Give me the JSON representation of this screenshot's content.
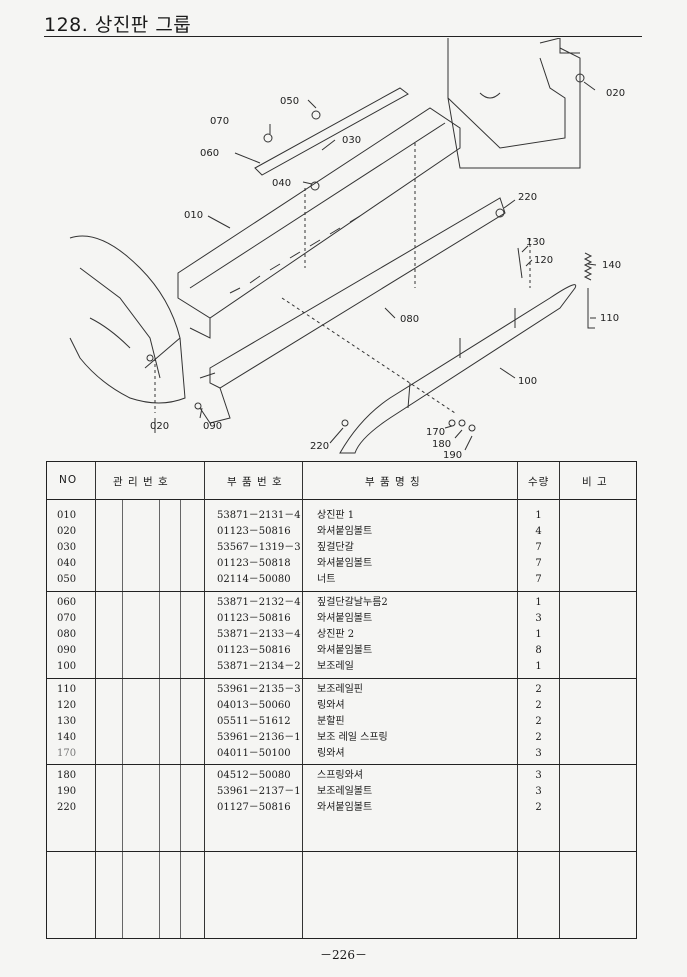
{
  "page_title": "128. 상진판 그룹",
  "callouts": [
    "020",
    "050",
    "070",
    "030",
    "060",
    "040",
    "010",
    "220",
    "130",
    "120",
    "140",
    "110",
    "080",
    "100",
    "020",
    "090",
    "220",
    "170",
    "180",
    "190"
  ],
  "table": {
    "headers": {
      "no": "NO",
      "mgmt": "관 리 번 호",
      "part_no": "부 품 번 호",
      "part_name": "부 품 명 칭",
      "qty": "수량",
      "remarks": "비 고"
    },
    "rows": [
      {
        "no": "010",
        "part_no": "53871－2131－4",
        "name": "상진판 1",
        "qty": "1"
      },
      {
        "no": "020",
        "part_no": "01123－50816",
        "name": "와셔붙임볼트",
        "qty": "4"
      },
      {
        "no": "030",
        "part_no": "53567－1319－3",
        "name": "짚걸단갈",
        "qty": "7"
      },
      {
        "no": "040",
        "part_no": "01123－50818",
        "name": "와셔붙임볼트",
        "qty": "7"
      },
      {
        "no": "050",
        "part_no": "02114－50080",
        "name": "너트",
        "qty": "7"
      },
      {
        "no": "060",
        "part_no": "53871－2132－4",
        "name": "짚걸단갈날누름2",
        "qty": "1"
      },
      {
        "no": "070",
        "part_no": "01123－50816",
        "name": "와셔붙임볼트",
        "qty": "3"
      },
      {
        "no": "080",
        "part_no": "53871－2133－4",
        "name": "상진판 2",
        "qty": "1"
      },
      {
        "no": "090",
        "part_no": "01123－50816",
        "name": "와셔붙임볼트",
        "qty": "8"
      },
      {
        "no": "100",
        "part_no": "53871－2134－2",
        "name": "보조레일",
        "qty": "1"
      },
      {
        "no": "110",
        "part_no": "53961－2135－3",
        "name": "보조레일핀",
        "qty": "2"
      },
      {
        "no": "120",
        "part_no": "04013－50060",
        "name": "링와셔",
        "qty": "2"
      },
      {
        "no": "130",
        "part_no": "05511－51612",
        "name": "분할핀",
        "qty": "2"
      },
      {
        "no": "140",
        "part_no": "53961－2136－1",
        "name": "보조 레일 스프링",
        "qty": "2"
      },
      {
        "no": "170",
        "part_no": "04011－50100",
        "name": "링와셔",
        "qty": "3"
      },
      {
        "no": "180",
        "part_no": "04512－50080",
        "name": "스프링와셔",
        "qty": "3"
      },
      {
        "no": "190",
        "part_no": "53961－2137－1",
        "name": "보조레일볼트",
        "qty": "3"
      },
      {
        "no": "220",
        "part_no": "01127－50816",
        "name": "와셔붙임볼트",
        "qty": "2"
      }
    ]
  },
  "page_number": "－226－"
}
